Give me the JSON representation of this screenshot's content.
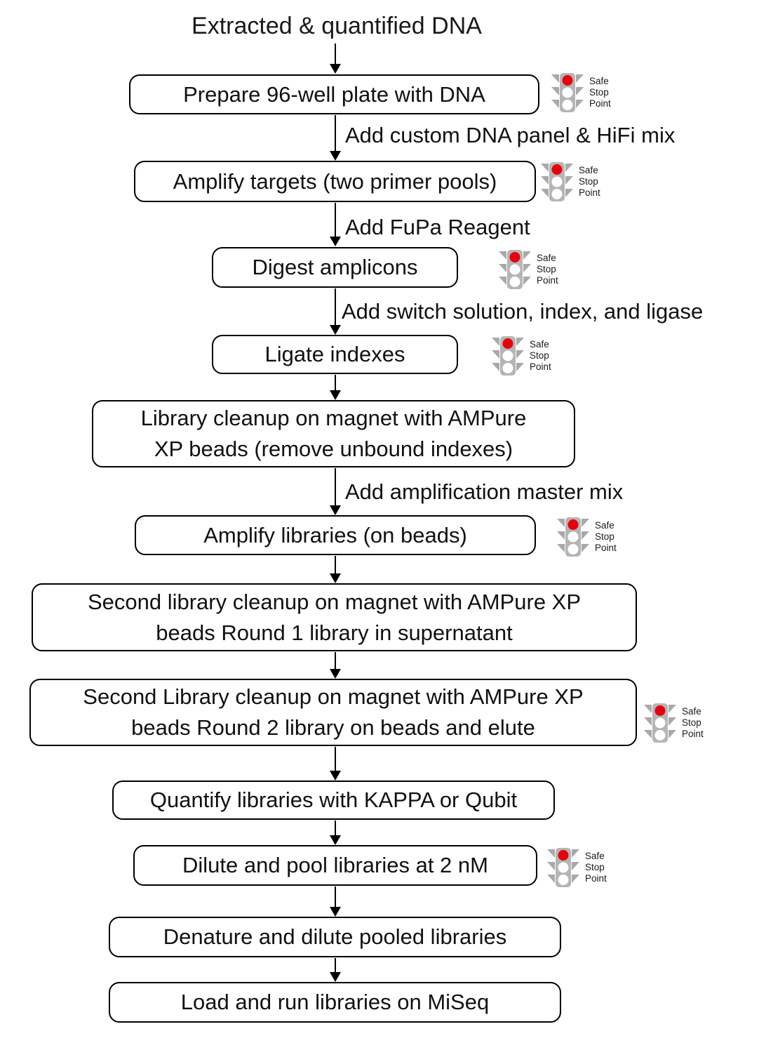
{
  "title": "Extracted & quantified DNA",
  "colors": {
    "stoplight_red": "#e8000d",
    "stoplight_gray": "#b5b5b5",
    "stoplight_visor_gray": "#a9a9a9",
    "box_border": "#000000",
    "text": "#000000"
  },
  "stoplight": {
    "lines": [
      "Safe",
      "Stop",
      "Point"
    ]
  },
  "nodes": [
    {
      "name": "prepare-plate",
      "lines": [
        "Prepare 96-well plate with DNA"
      ],
      "safe_stop_point": true
    },
    {
      "name": "amplify-targets",
      "lines": [
        "Amplify targets (two primer pools)"
      ],
      "safe_stop_point": true
    },
    {
      "name": "digest-amplicons",
      "lines": [
        "Digest amplicons"
      ],
      "safe_stop_point": true
    },
    {
      "name": "ligate-indexes",
      "lines": [
        "Ligate indexes"
      ],
      "safe_stop_point": true
    },
    {
      "name": "library-cleanup",
      "lines": [
        "Library cleanup on magnet with AMPure",
        "XP beads (remove unbound indexes)"
      ],
      "safe_stop_point": false
    },
    {
      "name": "amplify-libraries",
      "lines": [
        "Amplify libraries (on beads)"
      ],
      "safe_stop_point": true
    },
    {
      "name": "second-cleanup-round1",
      "lines": [
        "Second library cleanup on magnet with AMPure XP",
        "beads Round 1 library in supernatant"
      ],
      "safe_stop_point": false
    },
    {
      "name": "second-cleanup-round2",
      "lines": [
        "Second Library cleanup on magnet with AMPure XP",
        "beads Round 2 library on beads and elute"
      ],
      "safe_stop_point": true
    },
    {
      "name": "quantify-libraries",
      "lines": [
        "Quantify libraries with KAPPA or Qubit"
      ],
      "safe_stop_point": false
    },
    {
      "name": "dilute-pool",
      "lines": [
        "Dilute and pool libraries at 2 nM"
      ],
      "safe_stop_point": true
    },
    {
      "name": "denature-dilute",
      "lines": [
        "Denature and dilute pooled libraries"
      ],
      "safe_stop_point": false
    },
    {
      "name": "load-run-miseq",
      "lines": [
        "Load and run libraries on MiSeq"
      ],
      "safe_stop_point": false
    }
  ],
  "edge_labels": [
    "Add custom DNA panel & HiFi mix",
    "Add FuPa Reagent",
    "Add switch solution, index, and ligase",
    "Add amplification master mix"
  ]
}
